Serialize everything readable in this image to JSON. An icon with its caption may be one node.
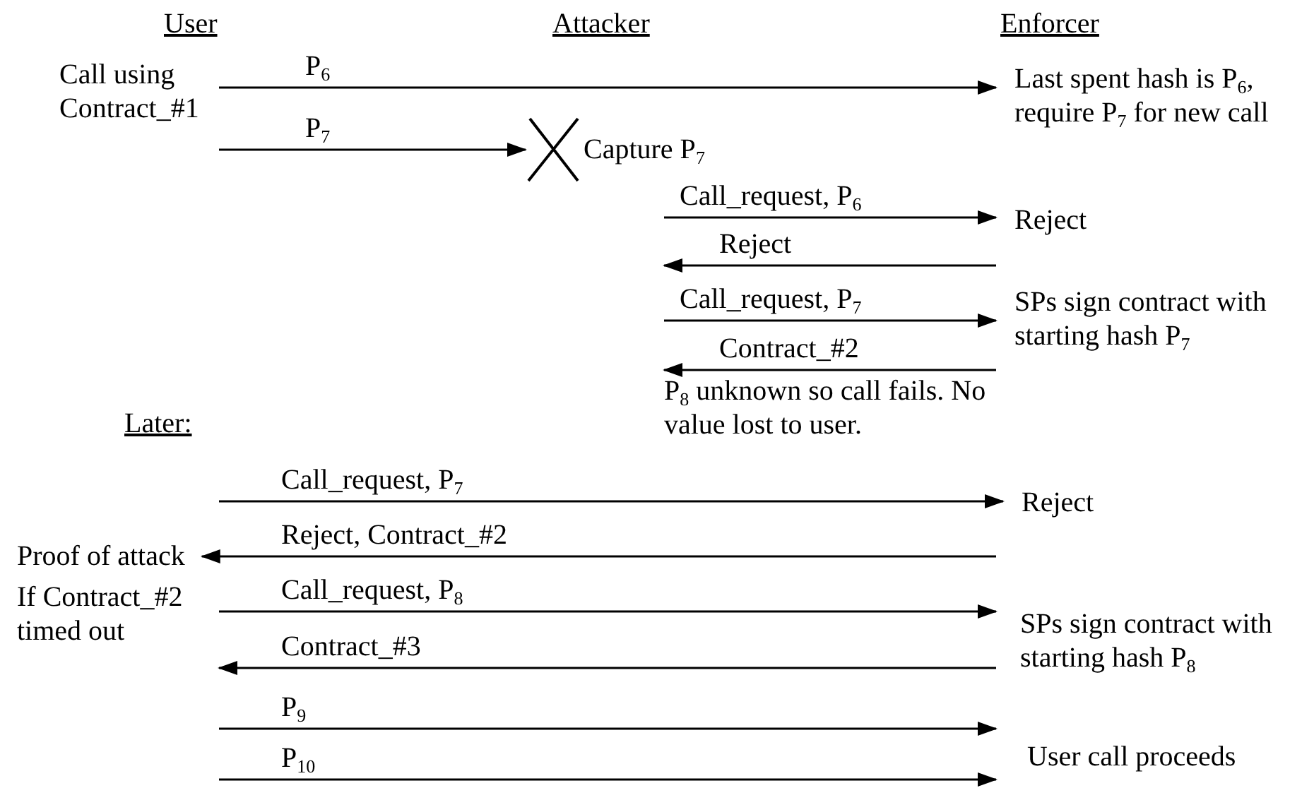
{
  "diagram": {
    "nodes": [
      {
        "text": [
          "Call using Contract_#1"
        ]
      },
      {
        "text": [
          "Last spent hash is P$_{6}$, require P$_{7}$ for new call"
        ]
      },
      {
        "text": [],
        "shape": "cross",
        "beside": [
          "Capture P$_{7}$"
        ]
      },
      {
        "text": [
          "Reject"
        ]
      },
      {
        "text": [
          "SPs sign contract with starting hash P$_{7}$"
        ]
      },
      {
        "text": [
          "P$_{8}$ unknown so call fails. No value lost to user."
        ]
      },
      {
        "text": [
          "Reject"
        ]
      },
      {
        "text": [
          "Proof of attack"
        ]
      },
      {
        "text": [
          "If Contract_#2 timed out"
        ]
      },
      {
        "text": [
          "SPs sign contract with starting hash P$_{8}$"
        ]
      },
      {
        "text": [
          "User call proceeds"
        ]
      }
    ],
    "edges": [
      {
        "from": 0,
        "to": 1,
        "arrow": "to",
        "label": "P$_{6}$"
      },
      {
        "from": 0,
        "to": 2,
        "arrow": "to",
        "label": "P$_{7}$"
      },
      {
        "from": null,
        "to": 3,
        "arrow": "to",
        "label": "Call_request, P$_{6}$"
      },
      {
        "from": 3,
        "to": null,
        "arrow": "to",
        "label": "Reject"
      },
      {
        "from": null,
        "to": 4,
        "arrow": "to",
        "label": "Call_request, P$_{7}$"
      },
      {
        "from": 4,
        "to": 5,
        "arrow": "to",
        "label": "Contract_#2"
      },
      {
        "from": null,
        "to": 6,
        "arrow": "to",
        "label": "Call_request, P$_{7}$"
      },
      {
        "from": null,
        "to": 7,
        "arrow": "to",
        "label": "Reject, Contract_#2"
      },
      {
        "from": 8,
        "to": 9,
        "arrow": "to",
        "label": "Call_request, P$_{8}$"
      },
      {
        "from": 9,
        "to": 8,
        "arrow": "to",
        "label": "Contract_#3"
      },
      {
        "from": null,
        "to": 10,
        "arrow": "to",
        "label": "P$_{9}$"
      },
      {
        "from": null,
        "to": 10,
        "arrow": "to",
        "label": "P$_{10}$"
      }
    ],
    "labels": [
      "User",
      "Attacker",
      "Enforcer",
      "Later:"
    ]
  }
}
